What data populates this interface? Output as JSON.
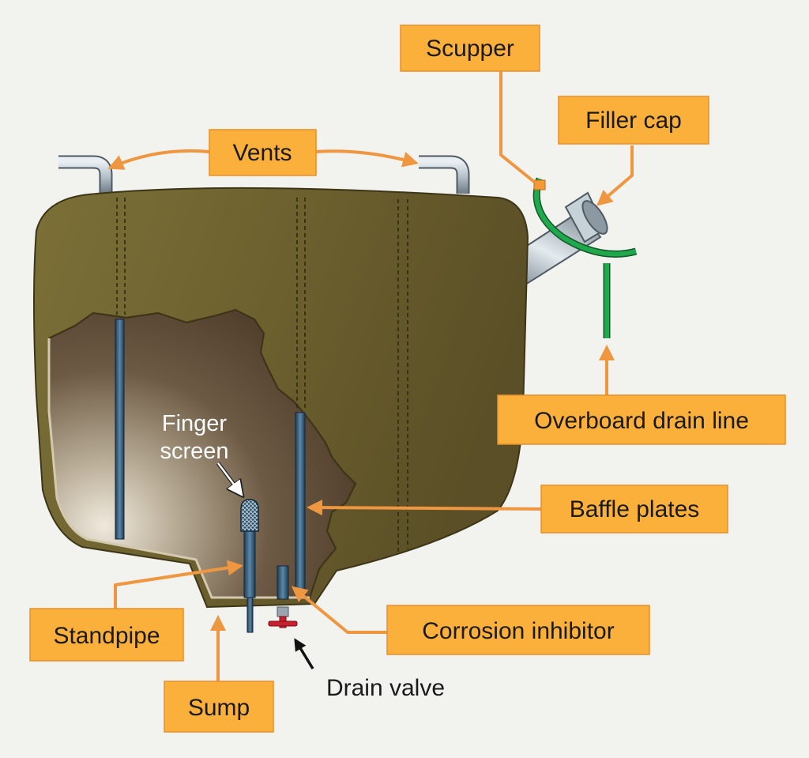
{
  "labels": {
    "scupper": "Scupper",
    "filler_cap": "Filler cap",
    "vents": "Vents",
    "overboard_drain_line": "Overboard drain line",
    "finger_screen_line1": "Finger",
    "finger_screen_line2": "screen",
    "baffle_plates": "Baffle plates",
    "standpipe": "Standpipe",
    "corrosion_inhibitor": "Corrosion inhibitor",
    "drain_valve": "Drain valve",
    "sump": "Sump"
  },
  "colors": {
    "background": "#f2f2ee",
    "tank_shell": "#6e6230",
    "tank_interior": "#5a4630",
    "label_fill": "#fbb03b",
    "leader": "#ee9640",
    "pipe_green": "#1fa34a",
    "drain_valve": "#c8202e"
  }
}
